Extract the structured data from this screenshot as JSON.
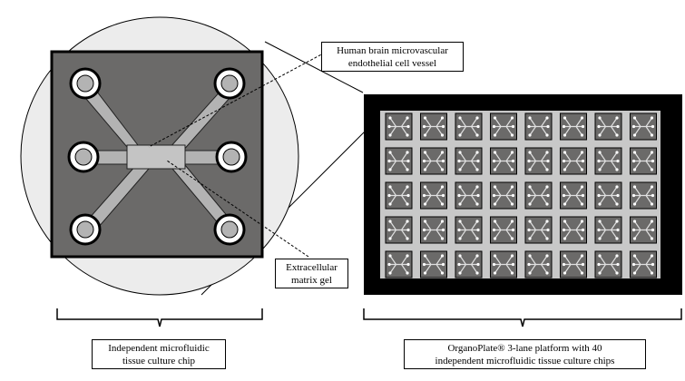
{
  "labels": {
    "vessel": {
      "line1": "Human brain microvascular",
      "line2": "endothelial cell vessel"
    },
    "ecm": {
      "line1": "Extracellular",
      "line2": "matrix gel"
    },
    "chip": {
      "line1": "Independent microfluidic",
      "line2": "tissue culture chip"
    },
    "platform": {
      "line1": "OrganoPlate® 3-lane platform with 40",
      "line2": "independent microfluidic tissue culture chips"
    }
  },
  "plate": {
    "rows": 5,
    "columns": 8,
    "chip_count": 40
  },
  "colors": {
    "plate_frame": "#000000",
    "plate_inner": "#c8c8c8",
    "chip_fill": "#6b6a69",
    "channel_fill": "#b3b3b3",
    "circle_fill": "#e6e6e6"
  }
}
